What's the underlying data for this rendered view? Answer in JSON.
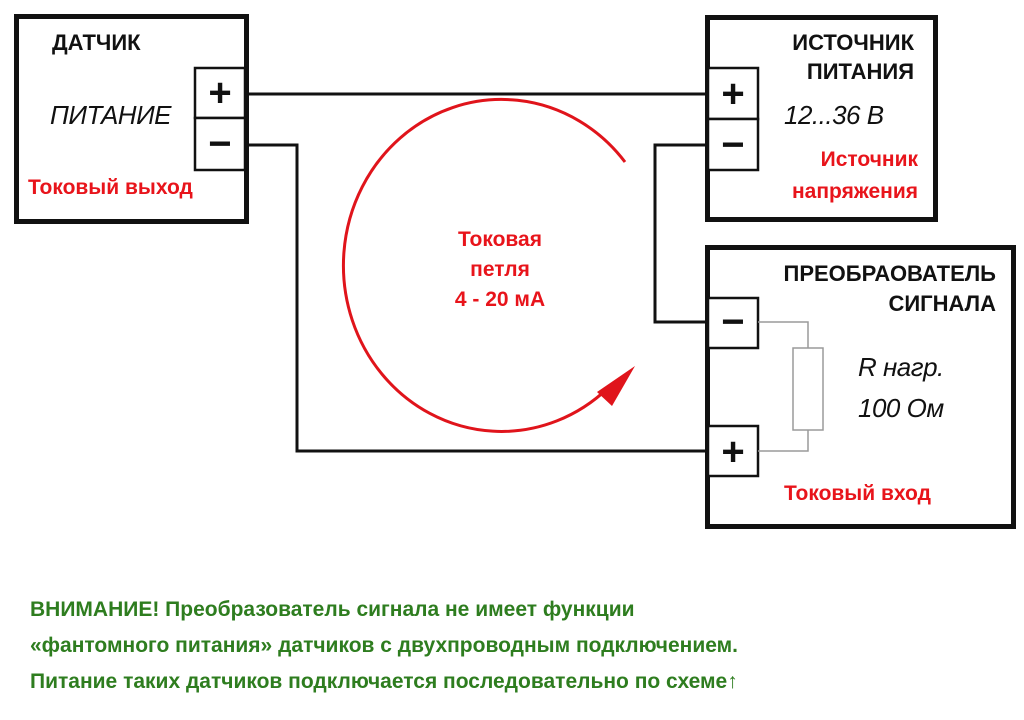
{
  "sensor": {
    "title": "ДАТЧИК",
    "label": "ПИТАНИЕ",
    "output": "Токовый выход",
    "plus": "+",
    "minus": "−"
  },
  "power_source": {
    "title_line1": "ИСТОЧНИК",
    "title_line2": "ПИТАНИЯ",
    "voltage": "12...36 В",
    "type_line1": "Источник",
    "type_line2": "напряжения",
    "plus": "+",
    "minus": "−"
  },
  "converter": {
    "title_line1": "ПРЕОБРАОВАТЕЛЬ",
    "title_line2": "СИГНАЛА",
    "load_line1": "R нагр.",
    "load_line2": "100 Ом",
    "input": "Токовый вход",
    "plus": "+",
    "minus": "−"
  },
  "loop": {
    "line1": "Токовая",
    "line2": "петля",
    "line3": "4 - 20 мА"
  },
  "colors": {
    "loop": "#e0141b",
    "footer": "#2e7d1f",
    "resistor": "#9a9a9a"
  },
  "footer": {
    "line1": "ВНИМАНИЕ! Преобразователь сигнала не имеет функции",
    "line2": "«фантомного питания» датчиков с двухпроводным подключением.",
    "line3": "Питание таких датчиков подключается последовательно по схеме↑"
  }
}
